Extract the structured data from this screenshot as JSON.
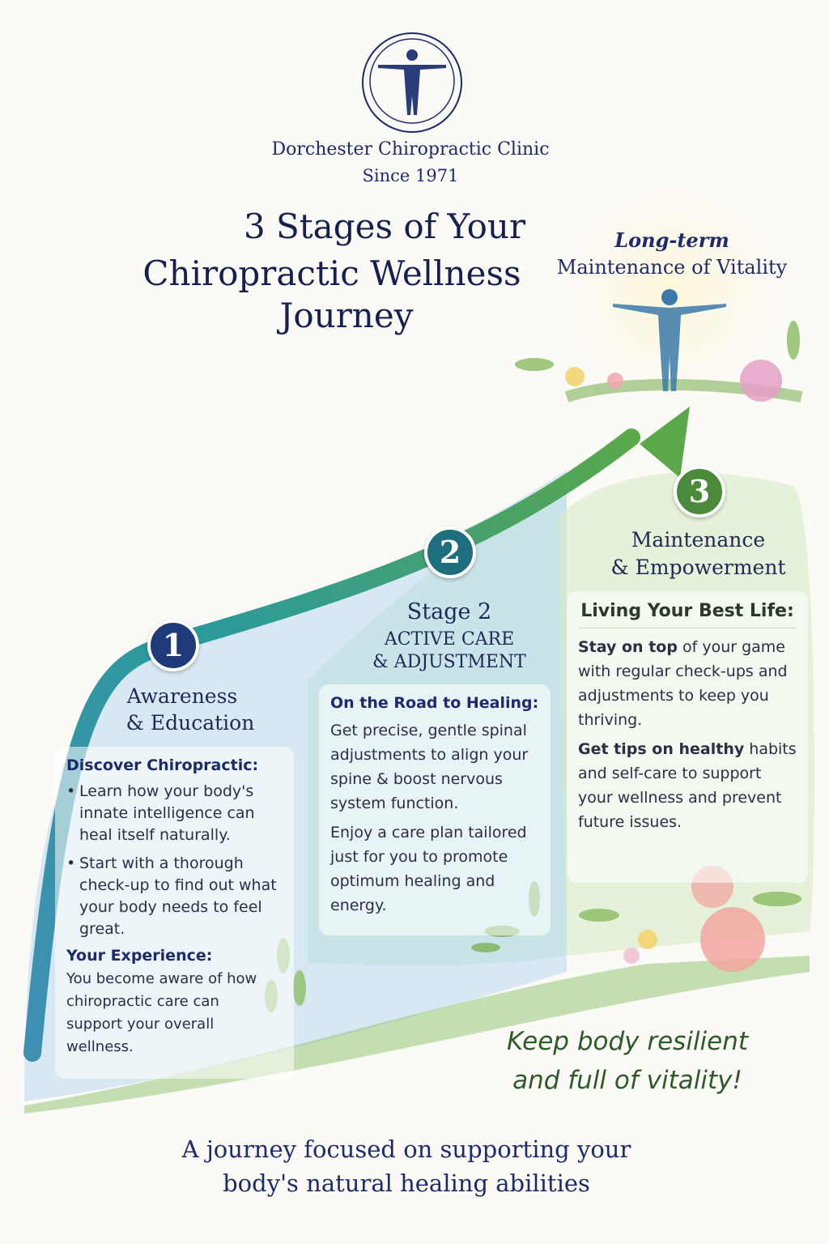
{
  "header": {
    "clinic_name": "Dorchester Chiropractic Clinic",
    "since": "Since 1971",
    "title_line1": "3 Stages of Your",
    "title_line2": "Chiropractic Wellness",
    "title_line3": "Journey"
  },
  "goal": {
    "line1": "Long-term",
    "line2": "Maintenance of Vitality"
  },
  "stages": [
    {
      "number": "1",
      "title_line1": "Awareness",
      "title_line2": "& Education",
      "heading": "Discover Chiropractic:",
      "bullets": [
        "Learn how your body's innate intelligence can heal itself naturally.",
        "Start with a thorough check-up to find out what your body needs to feel great."
      ],
      "sub_heading": "Your Experience:",
      "sub_text": "You become aware of how chiropractic care can support your overall wellness.",
      "color": "#1f3a78"
    },
    {
      "number": "2",
      "title_line1": "Stage 2",
      "title_line2": "ACTIVE CARE",
      "title_line3": "& ADJUSTMENT",
      "heading": "On the Road to Healing:",
      "paragraphs": [
        "Get precise, gentle spinal adjustments to align your spine & boost nervous system function.",
        "Enjoy a care plan tailored just for you to promote optimum healing and energy."
      ],
      "color": "#1f6e7e"
    },
    {
      "number": "3",
      "title_line1": "Maintenance",
      "title_line2": "& Empowerment",
      "heading": "Living Your Best Life:",
      "p1_bold": "Stay on top",
      "p1_rest": " of your game with regular check-ups and adjustments to keep you thriving.",
      "p2_bold": "Get tips on healthy",
      "p2_rest": " habits and self-care to support your wellness and prevent future issues.",
      "color": "#4a8a3a"
    }
  ],
  "slogan": {
    "line1": "Keep body resilient",
    "line2": "and full of vitality!"
  },
  "footer": {
    "line1": "A journey focused on supporting your",
    "line2": "body's natural healing abilities"
  }
}
